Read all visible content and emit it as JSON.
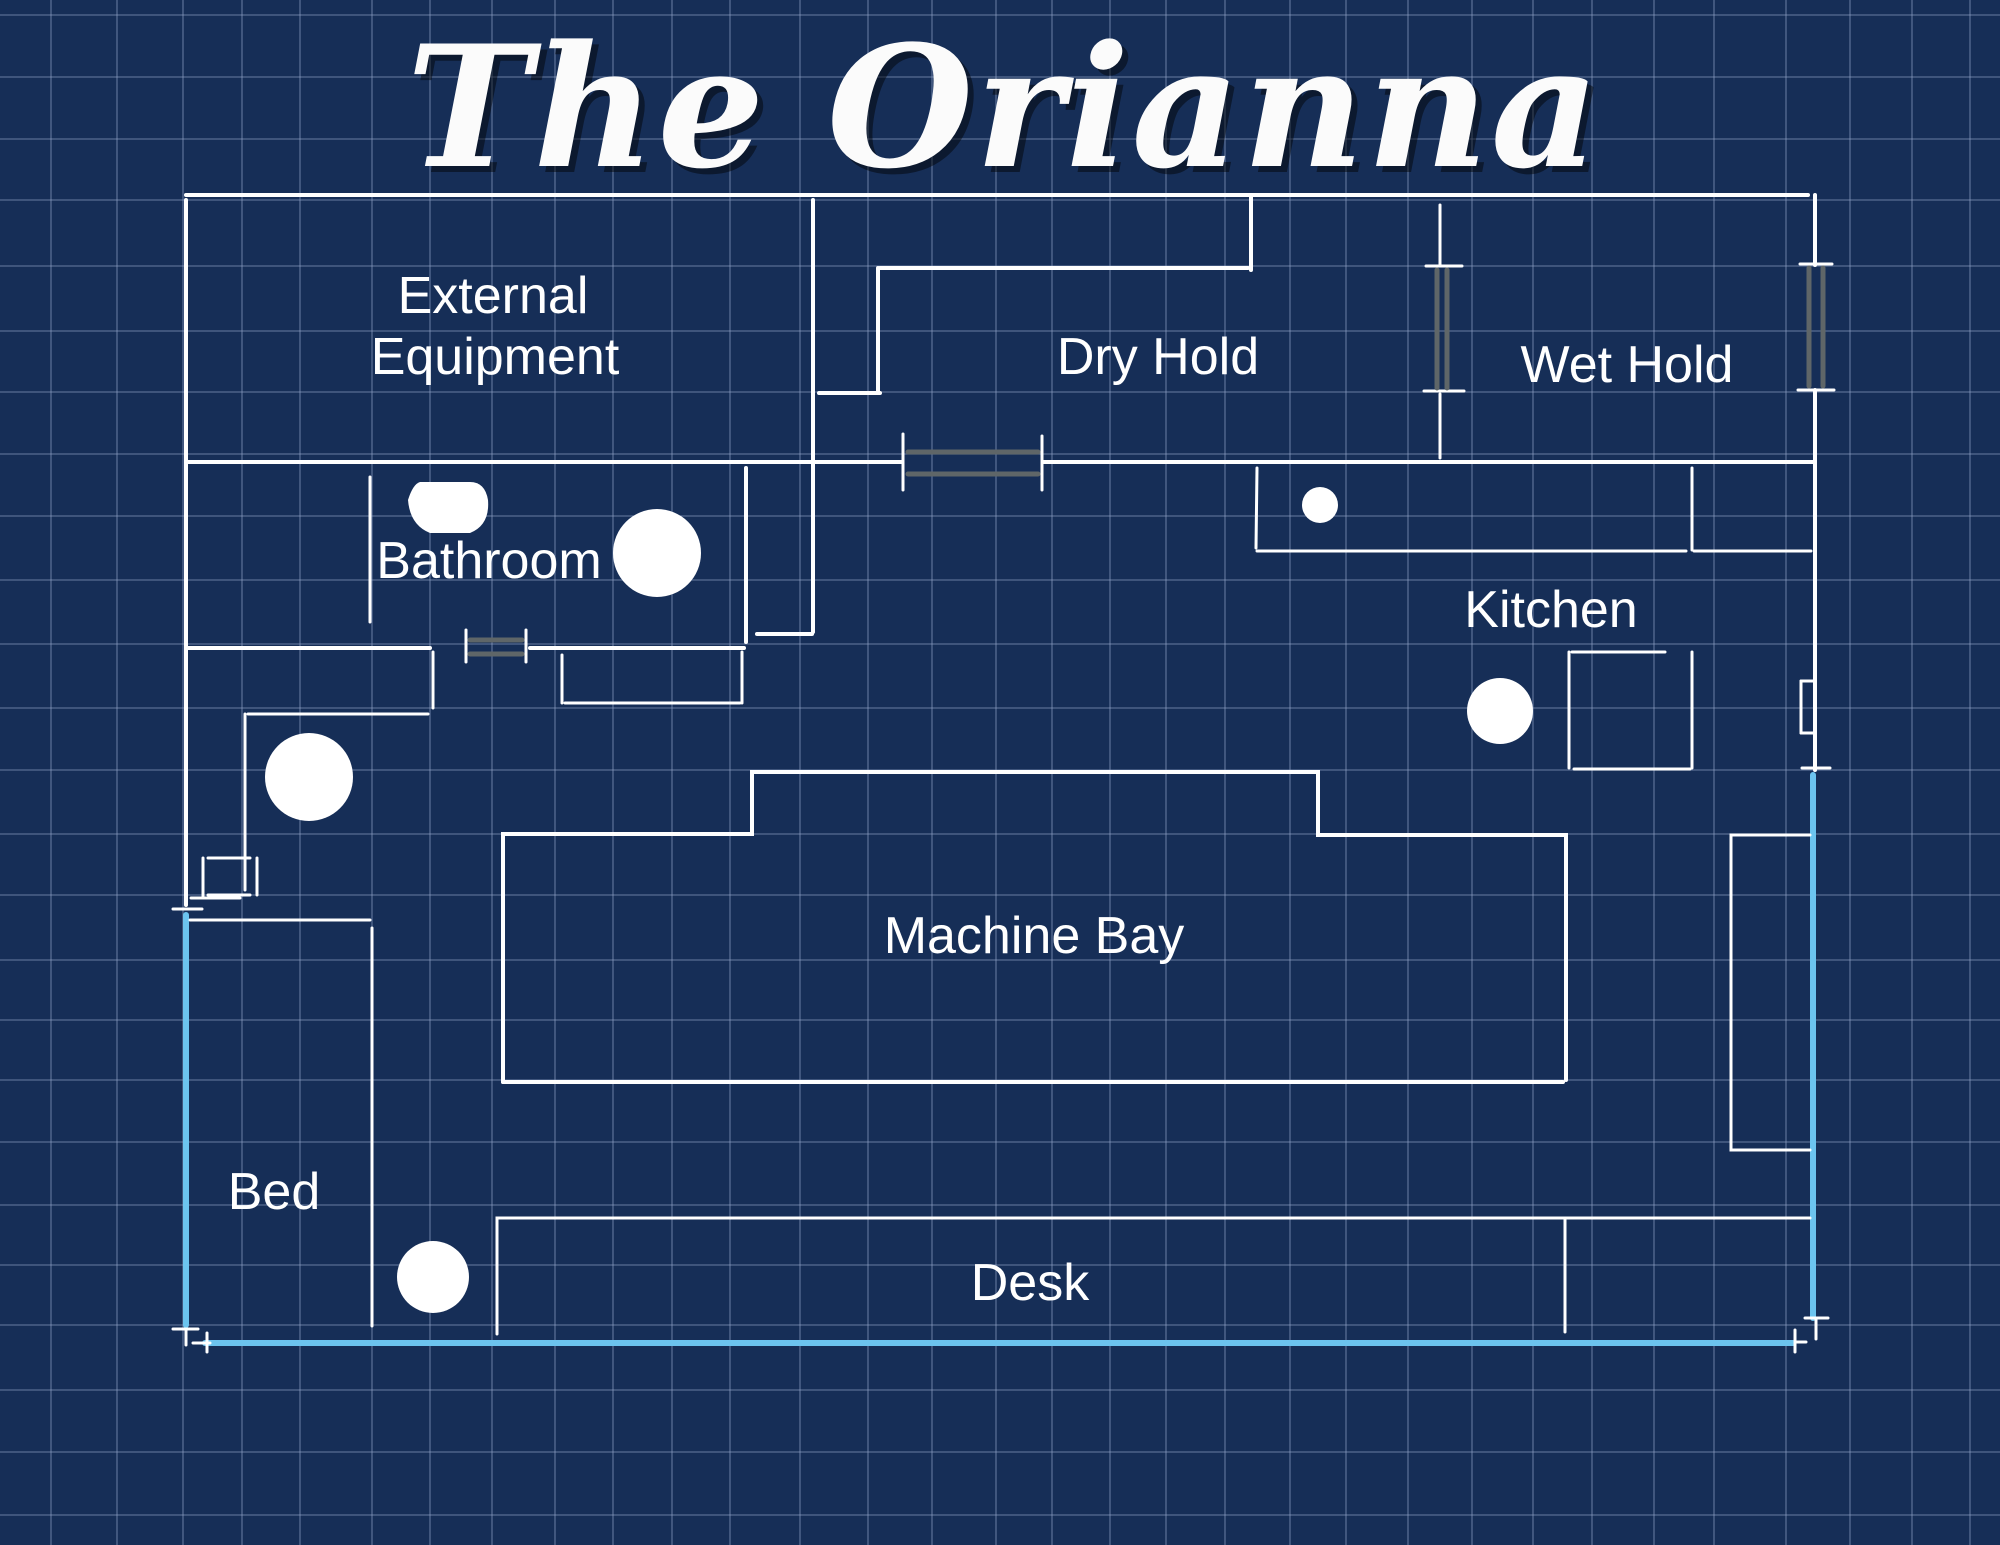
{
  "title": "The Orianna",
  "colors": {
    "background": "#162e57",
    "grid": "#8fa3c4",
    "walls": "#ffffff",
    "doors": "#5f6668",
    "hull_highlight": "#6cc4ef",
    "fixtures": "#ffffff"
  },
  "rooms": {
    "external_equipment": {
      "line1": "External",
      "line2": "Equipment"
    },
    "dry_hold": "Dry Hold",
    "wet_hold": "Wet Hold",
    "bathroom": "Bathroom",
    "kitchen": "Kitchen",
    "machine_bay": "Machine Bay",
    "bed": "Bed",
    "desk": "Desk"
  },
  "icons": {
    "fixture": "filled-circle",
    "door": "double-bar-door",
    "dimension_marker": "tick-mark"
  }
}
